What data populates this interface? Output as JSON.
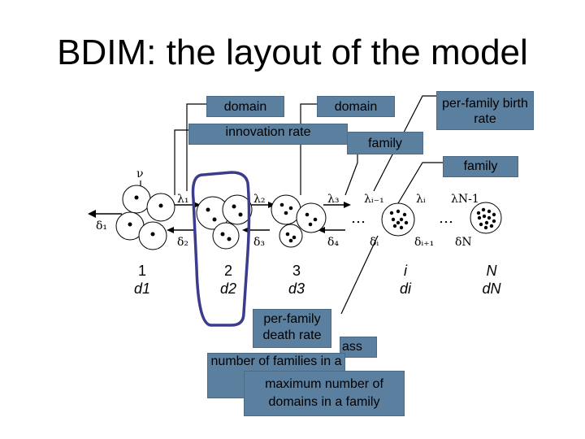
{
  "title": "BDIM: the layout of the model",
  "callouts": {
    "domain_1": "domain",
    "domain_2": "domain",
    "per_family_birth_rate": "per-family birth rate",
    "innovation_rate": "innovation rate",
    "family_1": "family",
    "family_2": "family",
    "per_family_death_rate": "per-family death rate",
    "class_fragment": "ass",
    "number_of_families": "number of families in a",
    "max_domains": "maximum number of domains in a family"
  },
  "symbols": {
    "nu": "ν",
    "delta_1": "δ₁",
    "lambda_1": "λ₁",
    "delta_2": "δ₂",
    "lambda_2": "λ₂",
    "delta_3": "δ₃",
    "lambda_3": "λ₃",
    "delta_4": "δ₄",
    "lambda_i_minus_1": "λᵢ₋₁",
    "delta_i": "δᵢ",
    "lambda_i": "λᵢ",
    "delta_i_plus_1": "δᵢ₊₁",
    "lambda_N_minus_1": "λN-1",
    "delta_N": "δN",
    "ellipsis_1": "…",
    "ellipsis_2": "…"
  },
  "classes": [
    {
      "index": "1",
      "size": "d1"
    },
    {
      "index": "2",
      "size": "d2"
    },
    {
      "index": "3",
      "size": "d3"
    },
    {
      "index": "i",
      "size": "di"
    },
    {
      "index": "N",
      "size": "dN"
    }
  ],
  "colors": {
    "callout_fill": "#5b7f9f",
    "highlight_ring": "#3c3c8c"
  }
}
